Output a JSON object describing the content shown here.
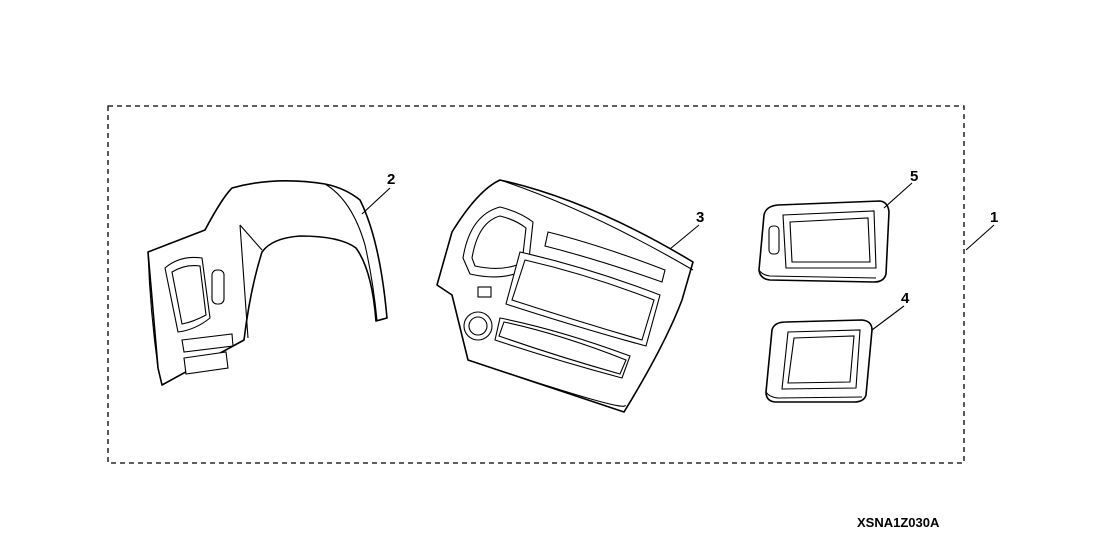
{
  "callouts": {
    "kit": "1",
    "left_panel": "2",
    "center_panel": "3",
    "small_trim_lower": "4",
    "small_trim_upper": "5"
  },
  "drawing_code": "XSNA1Z030A",
  "colors": {
    "line": "#000000",
    "background": "#ffffff"
  }
}
